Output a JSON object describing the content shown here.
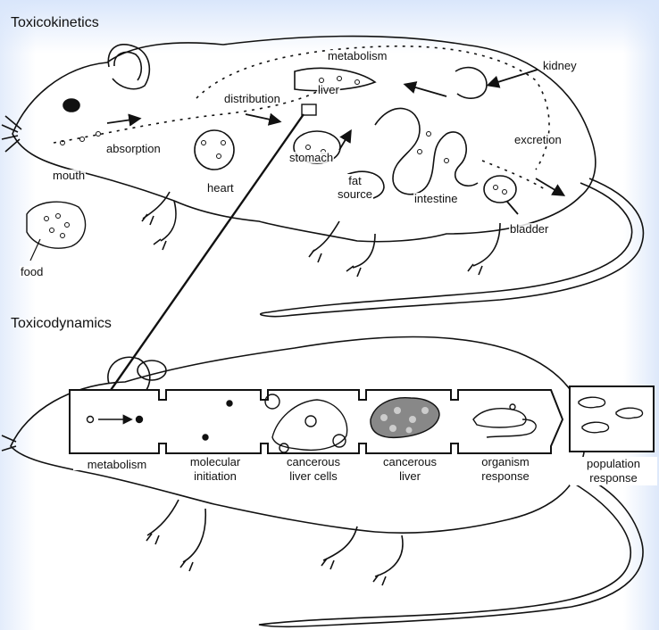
{
  "sections": {
    "top_title": "Toxicokinetics",
    "bottom_title": "Toxicodynamics"
  },
  "kinetics_labels": {
    "metabolism": "metabolism",
    "kidney": "kidney",
    "distribution": "distribution",
    "liver": "liver",
    "absorption": "absorption",
    "stomach": "stomach",
    "excretion": "excretion",
    "fat_source": "fat\nsource",
    "mouth": "mouth",
    "heart": "heart",
    "intestine": "intestine",
    "bladder": "bladder",
    "food": "food"
  },
  "dynamics_stages": [
    {
      "label": "metabolism"
    },
    {
      "label": "molecular\ninitiation"
    },
    {
      "label": "cancerous\nliver cells"
    },
    {
      "label": "cancerous\nliver"
    },
    {
      "label": "organism\nresponse"
    },
    {
      "label": "population\nresponse"
    }
  ]
}
